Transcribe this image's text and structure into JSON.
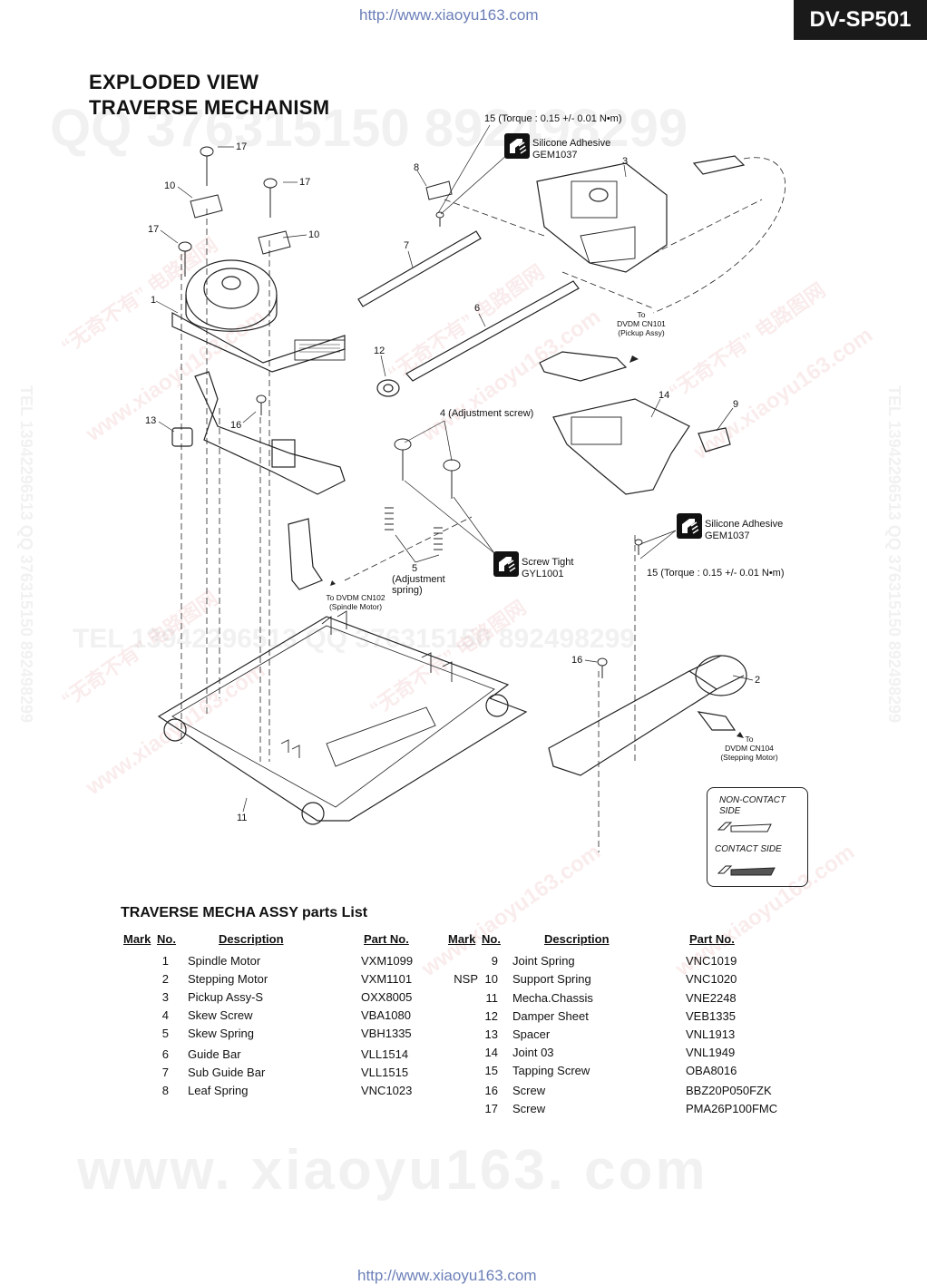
{
  "header": {
    "url_top": "http://www.xiaoyu163.com",
    "model": "DV-SP501"
  },
  "footer": {
    "url_bottom": "http://www.xiaoyu163.com"
  },
  "titles": {
    "line1": "EXPLODED VIEW",
    "line2": "TRAVERSE MECHANISM"
  },
  "watermarks": {
    "qq_top": "QQ 376315150  892498299",
    "tel_mid": "TEL 13942296513  QQ 376315150  892498299",
    "side_right": "TEL 13942296513  QQ 376315150  892498299",
    "side_left": "TEL 13942296513  QQ 376315150  892498299",
    "site_big": "www. xiaoyu163. com",
    "cn_brand": "“无奇不有” 电路图网",
    "site_small": "www.xiaoyu163.com"
  },
  "callouts": {
    "c17a": "17",
    "c17b": "17",
    "c17c": "17",
    "c10a": "10",
    "c10b": "10",
    "c8": "8",
    "c3": "3",
    "c7": "7",
    "c1": "1",
    "c6": "6",
    "c12": "12",
    "c14": "14",
    "c9": "9",
    "c13": "13",
    "c16a": "16",
    "c16b": "16",
    "c2": "2",
    "c11": "11",
    "c4": "4 (Adjustment screw)",
    "c5_num": "5",
    "c5_l1": "(Adjustment",
    "c5_l2": "spring)",
    "c15a": "15 (Torque : 0.15 +/- 0.01 N•m)",
    "c15b": "15 (Torque : 0.15 +/- 0.01 N•m)",
    "adh_top_l1": "Silicone Adhesive",
    "adh_top_l2": "GEM1037",
    "adh_right_l1": "Silicone Adhesive",
    "adh_right_l2": "GEM1037",
    "screw_tight_l1": "Screw Tight",
    "screw_tight_l2": "GYL1001",
    "to_cn101_l1": "To",
    "to_cn101_l2": "DVDM CN101",
    "to_cn101_l3": "(Pickup Assy)",
    "to_cn102_l1": "To DVDM CN102",
    "to_cn102_l2": "(Spindle Motor)",
    "to_cn104_l1": "To",
    "to_cn104_l2": "DVDM CN104",
    "to_cn104_l3": "(Stepping Motor)"
  },
  "legend": {
    "non_contact_l1": "NON-CONTACT",
    "non_contact_l2": "SIDE",
    "contact": "CONTACT SIDE"
  },
  "parts": {
    "title": "TRAVERSE MECHA ASSY parts List",
    "headers": {
      "mark": "Mark",
      "no": "No.",
      "description": "Description",
      "part_no": "Part No."
    },
    "left": [
      {
        "mark": "",
        "no": "1",
        "description": "Spindle Motor",
        "part_no": "VXM1099"
      },
      {
        "mark": "",
        "no": "2",
        "description": "Stepping Motor",
        "part_no": "VXM1101"
      },
      {
        "mark": "",
        "no": "3",
        "description": "Pickup Assy-S",
        "part_no": "OXX8005"
      },
      {
        "mark": "",
        "no": "4",
        "description": "Skew Screw",
        "part_no": "VBA1080"
      },
      {
        "mark": "",
        "no": "5",
        "description": "Skew Spring",
        "part_no": "VBH1335"
      },
      {
        "mark": "",
        "no": "6",
        "description": "Guide Bar",
        "part_no": "VLL1514"
      },
      {
        "mark": "",
        "no": "7",
        "description": "Sub Guide Bar",
        "part_no": "VLL1515"
      },
      {
        "mark": "",
        "no": "8",
        "description": "Leaf Spring",
        "part_no": "VNC1023"
      }
    ],
    "right": [
      {
        "mark": "",
        "no": "9",
        "description": "Joint Spring",
        "part_no": "VNC1019"
      },
      {
        "mark": "NSP",
        "no": "10",
        "description": "Support Spring",
        "part_no": "VNC1020"
      },
      {
        "mark": "",
        "no": "11",
        "description": "Mecha.Chassis",
        "part_no": "VNE2248"
      },
      {
        "mark": "",
        "no": "12",
        "description": "Damper Sheet",
        "part_no": "VEB1335"
      },
      {
        "mark": "",
        "no": "13",
        "description": "Spacer",
        "part_no": "VNL1913"
      },
      {
        "mark": "",
        "no": "14",
        "description": "Joint 03",
        "part_no": "VNL1949"
      },
      {
        "mark": "",
        "no": "15",
        "description": "Tapping Screw",
        "part_no": "OBA8016"
      },
      {
        "mark": "",
        "no": "16",
        "description": "Screw",
        "part_no": "BBZ20P050FZK"
      },
      {
        "mark": "",
        "no": "17",
        "description": "Screw",
        "part_no": "PMA26P100FMC"
      }
    ]
  },
  "icons": {
    "adhesive": "adhesive-tube-icon",
    "screw_tight": "screw-lock-icon"
  }
}
